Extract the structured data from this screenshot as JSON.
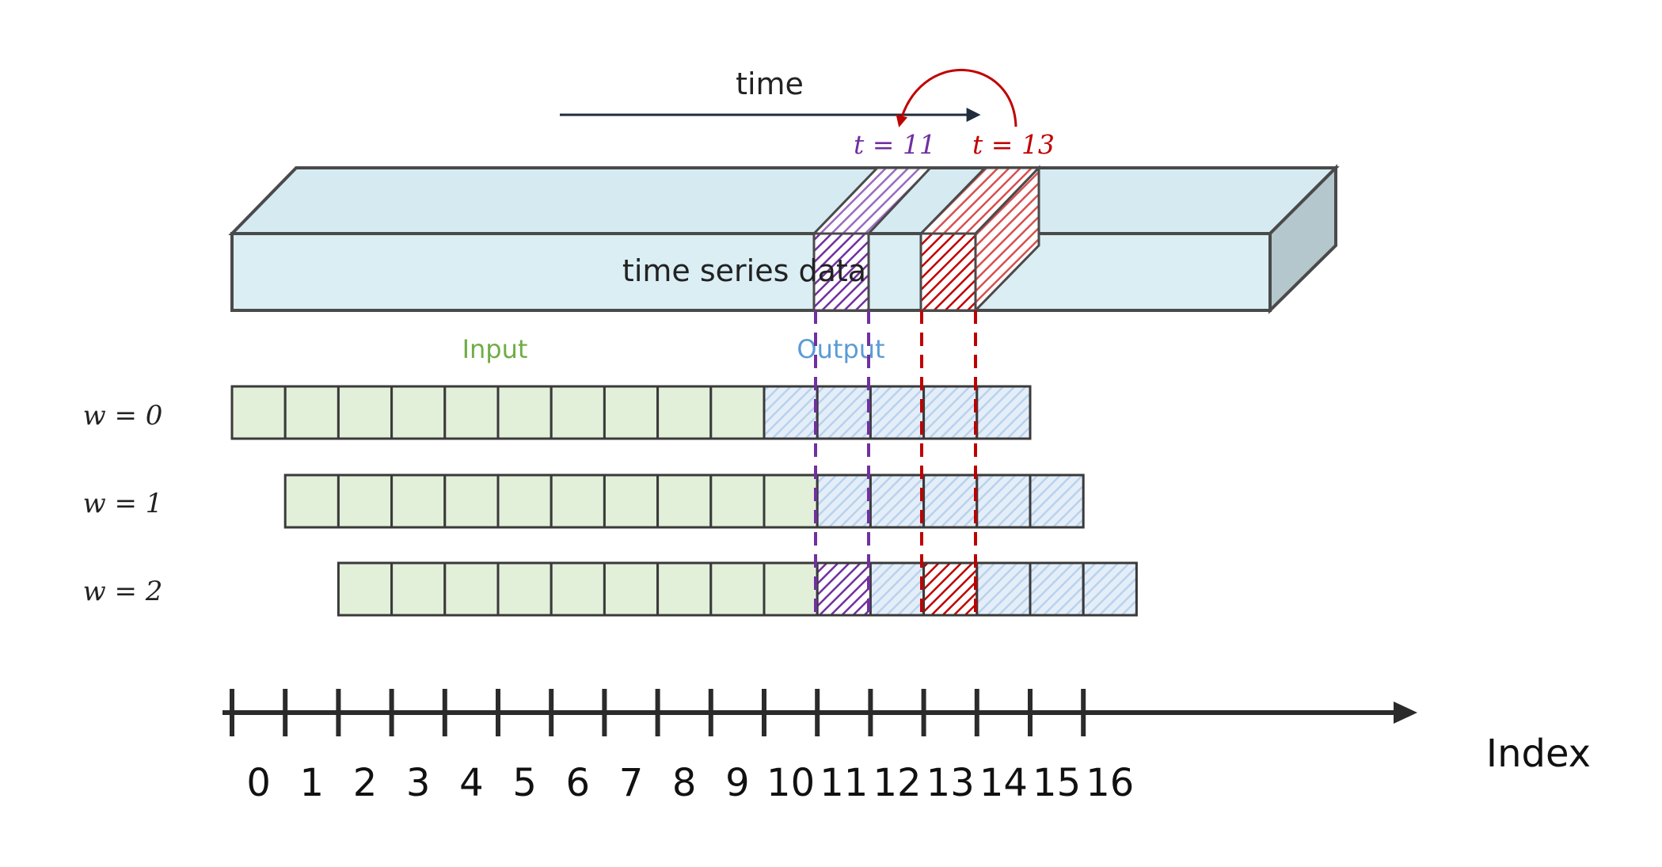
{
  "top": {
    "time_label": "time",
    "bar_label": "time series data",
    "t_purple": "t = 11",
    "t_red": "t = 13"
  },
  "legend": {
    "input_label": "Input",
    "output_label": "Output"
  },
  "windows": [
    {
      "label": "w = 0",
      "start": 0
    },
    {
      "label": "w = 1",
      "start": 1
    },
    {
      "label": "w = 2",
      "start": 2
    }
  ],
  "window_input_len": 10,
  "window_output_len": 5,
  "highlight": {
    "purple_index": 11,
    "red_index": 13
  },
  "axis": {
    "label": "Index",
    "ticks": [
      "0",
      "1",
      "2",
      "3",
      "4",
      "5",
      "6",
      "7",
      "8",
      "9",
      "10",
      "11",
      "12",
      "13",
      "14",
      "15",
      "16"
    ]
  },
  "colors": {
    "input_fill": "#e2efd9",
    "output_fill": "#dce9f7",
    "bar_front": "#daeef4",
    "bar_top": "#d6eaf2",
    "bar_side": "#b3c7cc",
    "purple": "#7030a0",
    "red": "#c00000",
    "input_text": "#70ad47",
    "output_text": "#5b9bd5",
    "stroke": "#3a3a3a"
  }
}
